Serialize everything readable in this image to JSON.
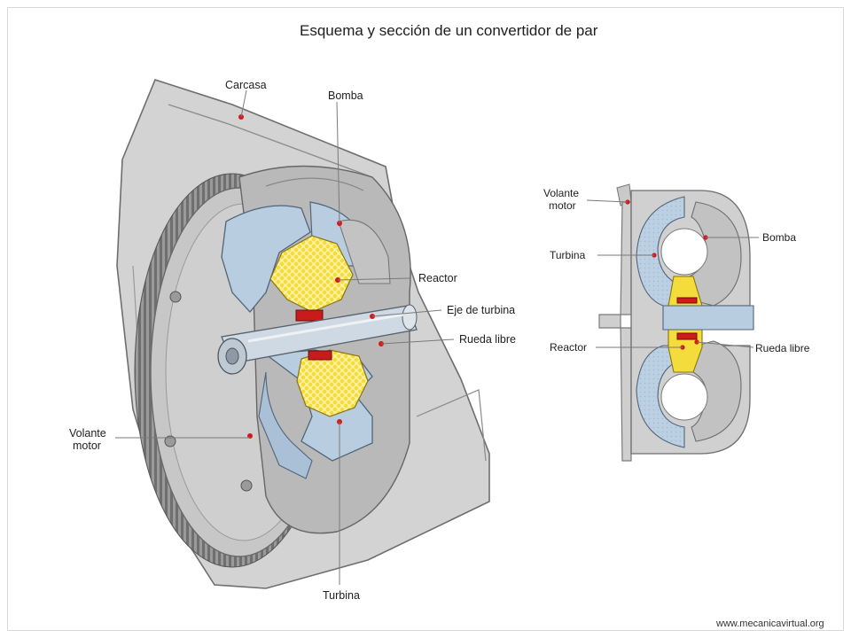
{
  "title": "Esquema y sección de un convertidor de par",
  "main_view": {
    "labels": {
      "carcasa": "Carcasa",
      "bomba": "Bomba",
      "reactor": "Reactor",
      "eje_turbina": "Eje de turbina",
      "rueda_libre": "Rueda libre",
      "volante_motor_1": "Volante",
      "volante_motor_2": "motor",
      "turbina": "Turbina"
    }
  },
  "schematic": {
    "labels": {
      "volante_motor_1": "Volante",
      "volante_motor_2": "motor",
      "turbina": "Turbina",
      "reactor": "Reactor",
      "bomba": "Bomba",
      "rueda_libre": "Rueda libre"
    }
  },
  "footer": {
    "url": "www.mecanicavirtual.org"
  },
  "colors": {
    "housing": "#d2d2d2",
    "housing_dark": "#a9a9a9",
    "turbine_blue": "#b8cde0",
    "reactor_yellow": "#f3dc3b",
    "marker_red": "#d11a1a"
  }
}
